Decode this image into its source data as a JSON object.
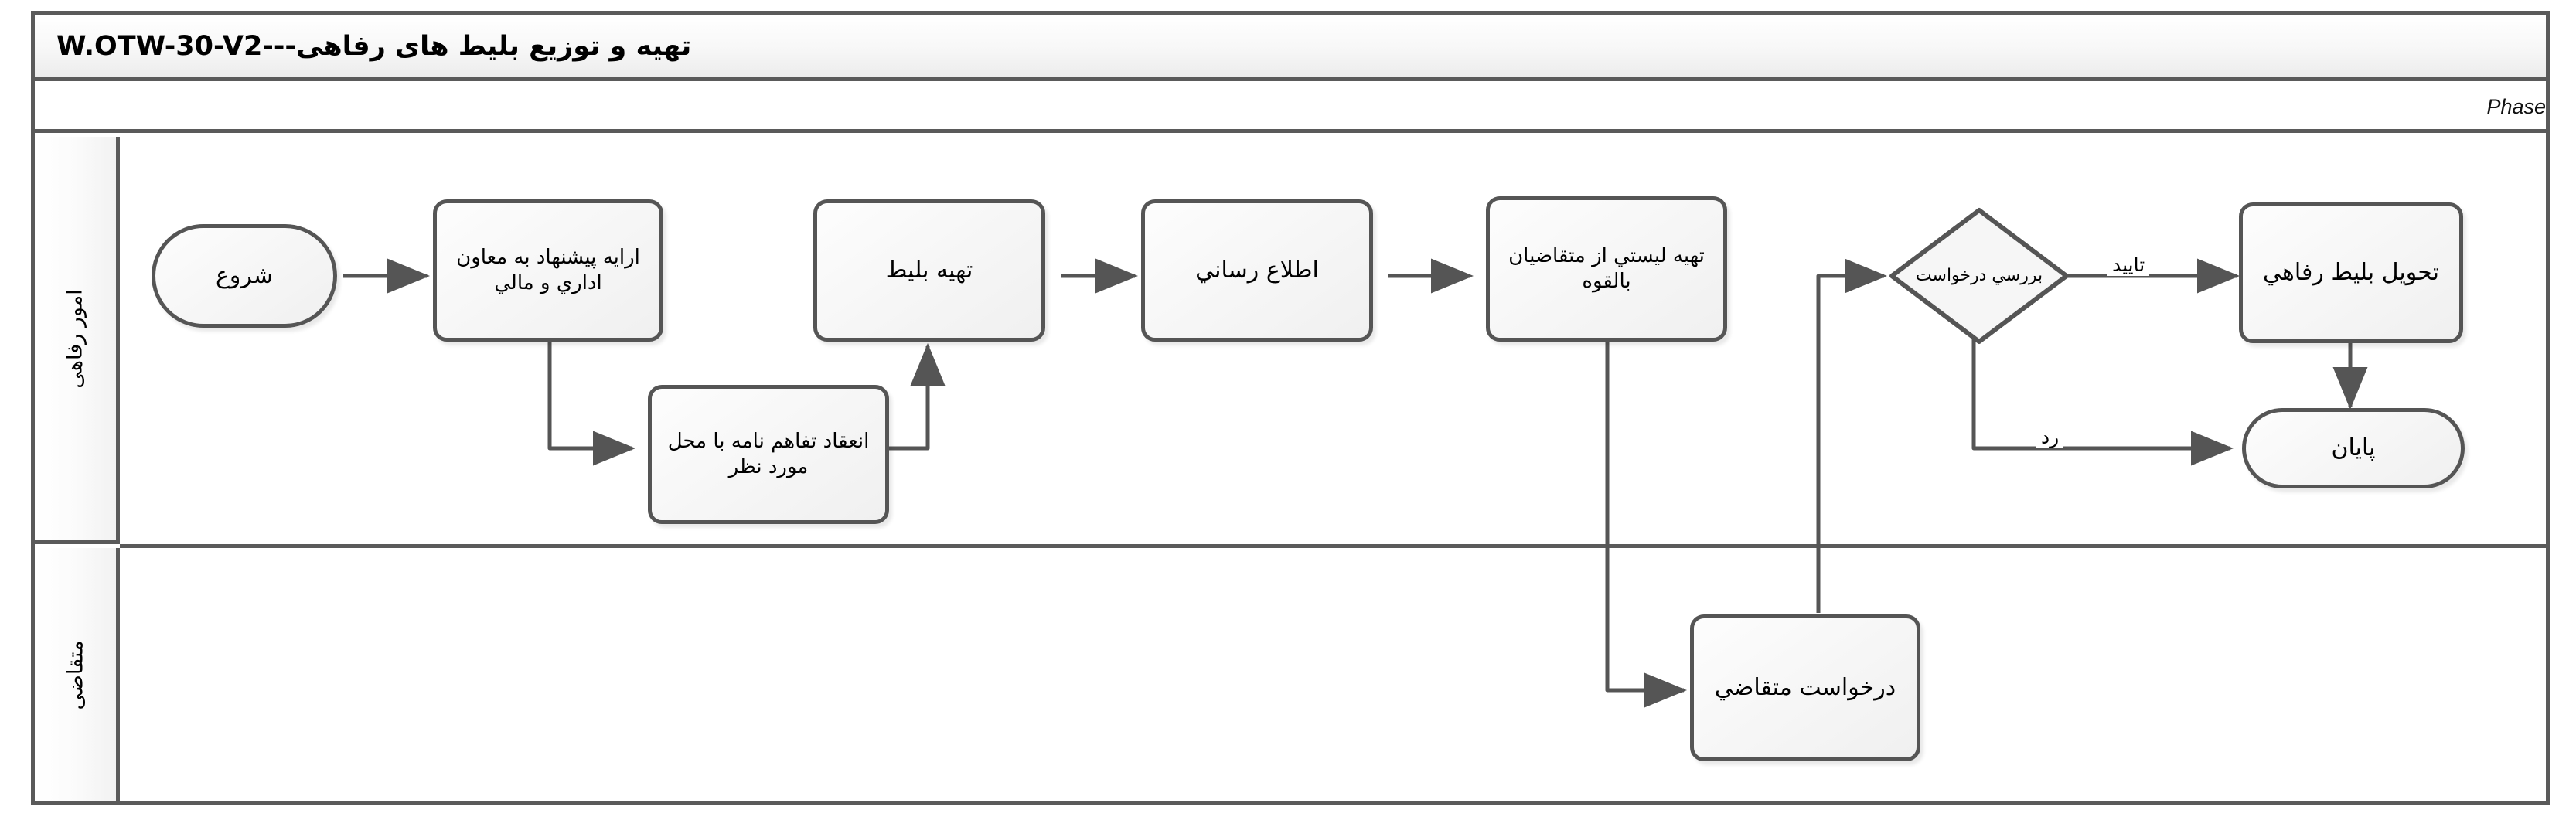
{
  "diagram": {
    "title": "تهیه و توزیع بلیط های رفاهی---W.OTW-30-V2",
    "phase_label": "Phase",
    "colors": {
      "shape_border": "#555555",
      "frame_border": "#5a5a5a",
      "connector": "#555555",
      "shape_fill": "#f7f7f7",
      "text": "#000000"
    },
    "lanes": [
      {
        "id": "lane-welfare",
        "label": "امور رفاهی"
      },
      {
        "id": "lane-applicant",
        "label": "متقاضی"
      }
    ],
    "nodes": [
      {
        "id": "start",
        "label": "شروع",
        "shape": "terminator",
        "lane": "lane-welfare"
      },
      {
        "id": "proposal",
        "label": "ارایه پیشنهاد به معاون اداري و مالي",
        "shape": "process",
        "lane": "lane-welfare"
      },
      {
        "id": "mou",
        "label": "انعقاد تفاهم نامه با محل مورد نظر",
        "shape": "process",
        "lane": "lane-welfare"
      },
      {
        "id": "prepare",
        "label": "تهیه بلیط",
        "shape": "process",
        "lane": "lane-welfare"
      },
      {
        "id": "inform",
        "label": "اطلاع رساني",
        "shape": "process",
        "lane": "lane-welfare"
      },
      {
        "id": "list",
        "label": "تهیه لیستي از متقاضیان بالقوه",
        "shape": "process",
        "lane": "lane-welfare"
      },
      {
        "id": "review",
        "label": "بررسي درخواست",
        "shape": "decision",
        "lane": "lane-welfare"
      },
      {
        "id": "deliver",
        "label": "تحویل بلیط رفاهي",
        "shape": "process",
        "lane": "lane-welfare"
      },
      {
        "id": "end",
        "label": "پایان",
        "shape": "terminator",
        "lane": "lane-welfare"
      },
      {
        "id": "request",
        "label": "درخواست متقاضي",
        "shape": "process",
        "lane": "lane-applicant"
      }
    ],
    "edges": [
      {
        "id": "e-start-proposal",
        "from": "start",
        "to": "proposal",
        "label": ""
      },
      {
        "id": "e-proposal-mou",
        "from": "proposal",
        "to": "mou",
        "label": ""
      },
      {
        "id": "e-mou-prepare",
        "from": "mou",
        "to": "prepare",
        "label": ""
      },
      {
        "id": "e-prepare-inform",
        "from": "prepare",
        "to": "inform",
        "label": ""
      },
      {
        "id": "e-inform-list",
        "from": "inform",
        "to": "list",
        "label": ""
      },
      {
        "id": "e-list-request",
        "from": "list",
        "to": "request",
        "label": ""
      },
      {
        "id": "e-request-review",
        "from": "request",
        "to": "review",
        "label": ""
      },
      {
        "id": "e-review-deliver",
        "from": "review",
        "to": "deliver",
        "label": "تایید"
      },
      {
        "id": "e-review-end",
        "from": "review",
        "to": "end",
        "label": "رد"
      },
      {
        "id": "e-deliver-end",
        "from": "deliver",
        "to": "end",
        "label": ""
      }
    ]
  }
}
